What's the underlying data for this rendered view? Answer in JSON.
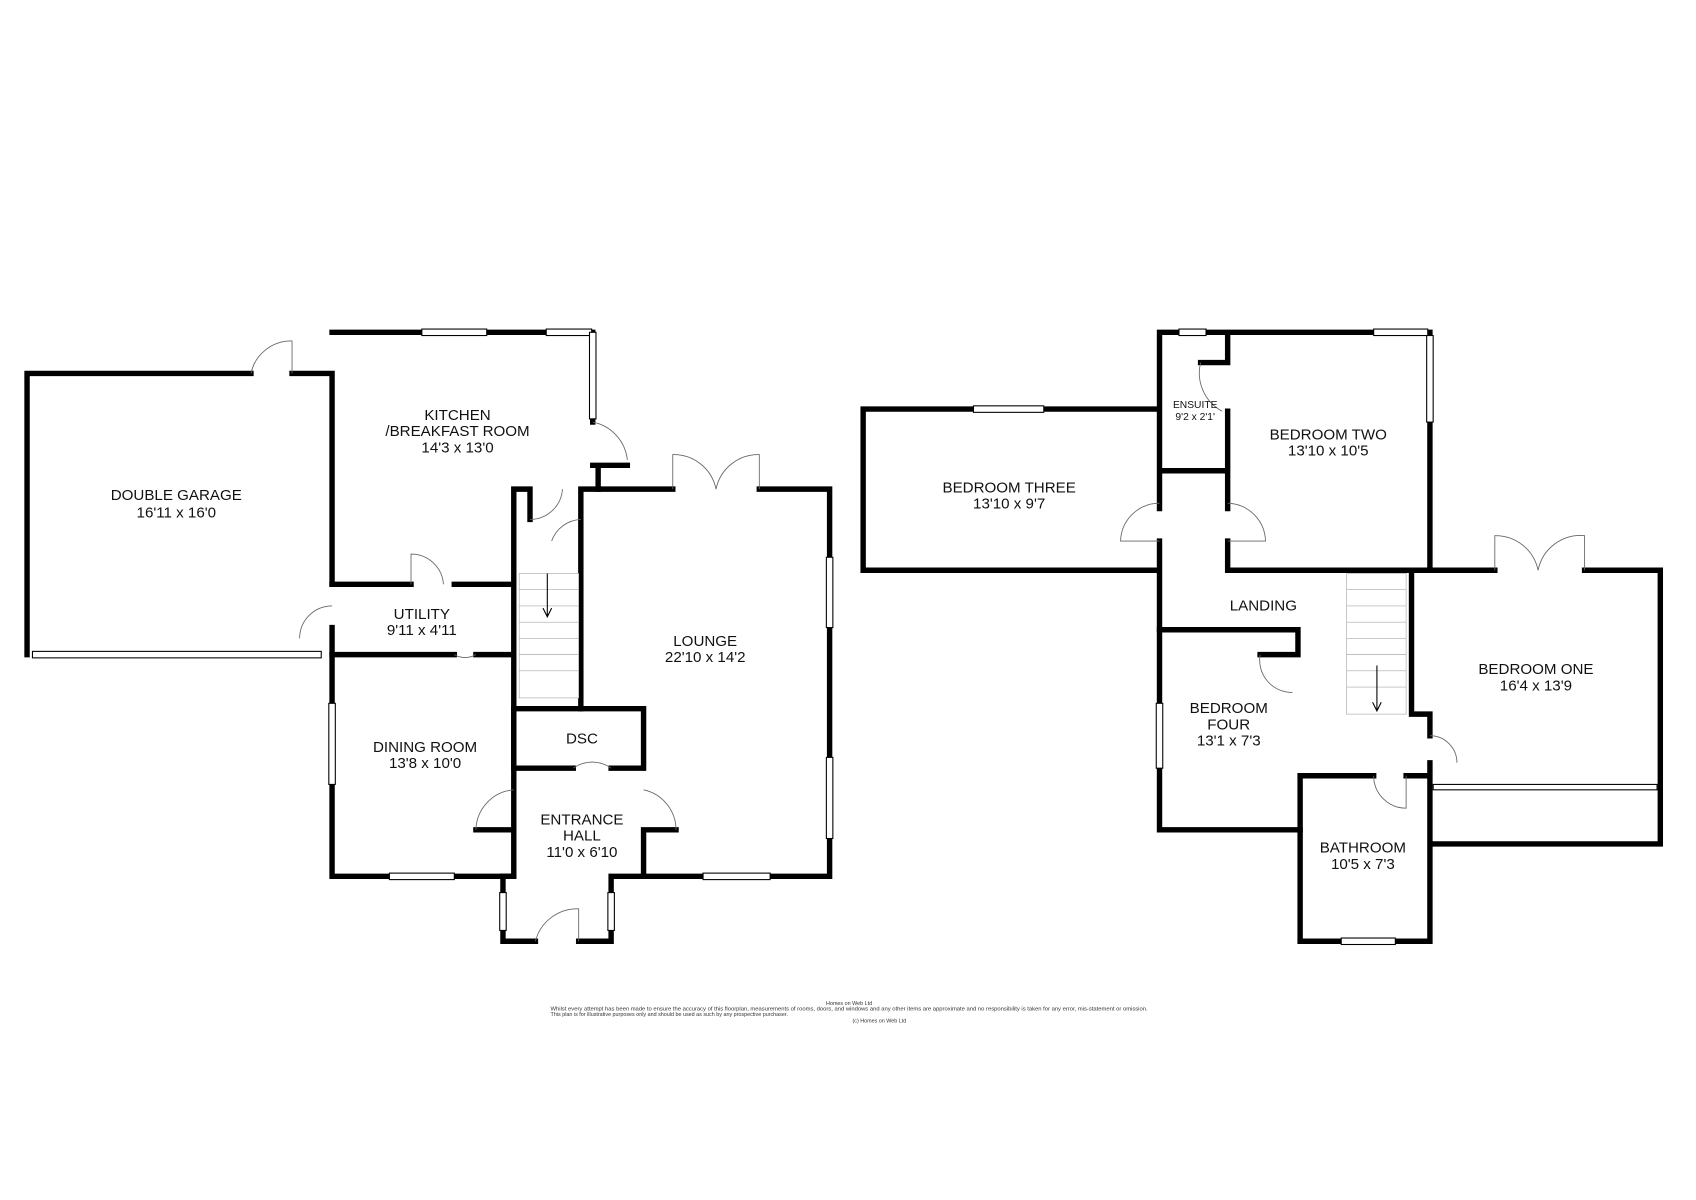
{
  "ground_floor": {
    "rooms": [
      {
        "name": "DOUBLE GARAGE",
        "size": "16'11 x 16'0"
      },
      {
        "name": "KITCHEN",
        "name2": "/BREAKFAST ROOM",
        "size": "14'3 x 13'0"
      },
      {
        "name": "UTILITY",
        "size": "9'11 x 4'11"
      },
      {
        "name": "LOUNGE",
        "size": "22'10 x 14'2"
      },
      {
        "name": "DINING ROOM",
        "size": "13'8 x 10'0"
      },
      {
        "name": "DSC"
      },
      {
        "name": "ENTRANCE",
        "name2": "HALL",
        "size": "11'0 x 6'10"
      }
    ]
  },
  "first_floor": {
    "rooms": [
      {
        "name": "ENSUITE",
        "size": "9'2 x 2'1'"
      },
      {
        "name": "BEDROOM TWO",
        "size": "13'10 x 10'5"
      },
      {
        "name": "BEDROOM THREE",
        "size": "13'10 x 9'7"
      },
      {
        "name": "LANDING"
      },
      {
        "name": "BEDROOM ONE",
        "size": "16'4 x 13'9"
      },
      {
        "name": "BEDROOM",
        "name2": "FOUR",
        "size": "13'1 x 7'3"
      },
      {
        "name": "BATHROOM",
        "size": "10'5 x 7'3"
      }
    ]
  },
  "disclaimer": {
    "line1": "Homes on Web Ltd",
    "line2": "Whilst every attempt has been made to ensure the accuracy of this floorplan, measurements of rooms, doors, and windows and any other items are approximate and no responsibility is taken for any error, mis-statement or omission.",
    "line3": "This plan is for illustrative purposes only and should be used as such by any prospective purchaser.",
    "line4": "(c) Homes on Web Ltd"
  }
}
